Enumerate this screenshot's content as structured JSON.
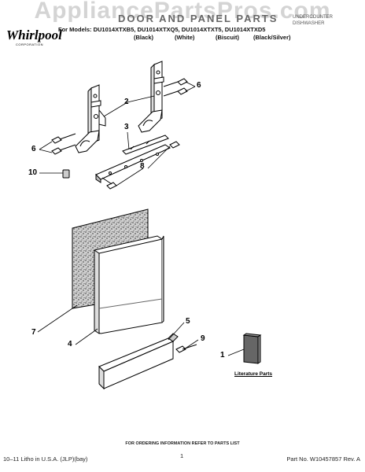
{
  "watermark": "AppliancePartsPros.com",
  "brand": {
    "logo_text": "Whirlpool",
    "logo_sub": "CORPORATION"
  },
  "header": {
    "title": "DOOR AND PANEL PARTS",
    "doc_type": "UNDERCOUNTER DISHWASHER",
    "models": "For Models: DU1014XTXB5, DU1014XTXQ5, DU1014XTXT5, DU1014XTXD5",
    "variants": [
      "(Black)",
      "(White)",
      "(Biscuit)",
      "(Black/Silver)"
    ]
  },
  "callouts": {
    "c1": "1",
    "c2": "2",
    "c3": "3",
    "c4": "4",
    "c5": "5",
    "c6_left": "6",
    "c6_right": "6",
    "c7": "7",
    "c8": "8",
    "c9": "9",
    "c10": "10"
  },
  "literature_label": "Literature Parts",
  "footer": {
    "note": "FOR ORDERING INFORMATION REFER TO PARTS LIST",
    "litho": "10–11 Litho in U.S.A. (JLP)(bay)",
    "page": "1",
    "part_no": "Part No. W10457857 Rev. A"
  }
}
